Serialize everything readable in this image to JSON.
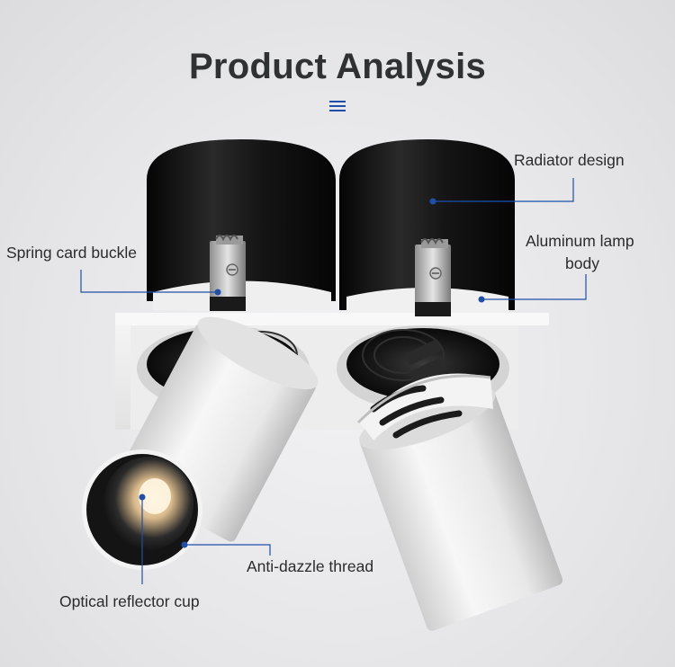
{
  "title": "Product Analysis",
  "icon": "menu-icon",
  "accent_color": "#1f4fa8",
  "callouts": {
    "radiator": "Radiator design",
    "spring": "Spring card buckle",
    "aluminum_line1": "Aluminum lamp",
    "aluminum_line2": "body",
    "anti_dazzle": "Anti-dazzle thread",
    "optical": "Optical reflector cup"
  }
}
